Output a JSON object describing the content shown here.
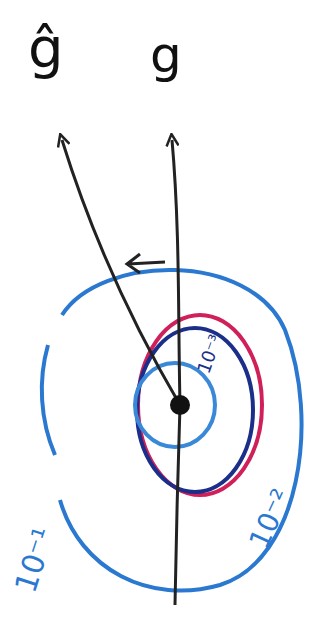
{
  "diagram": {
    "labels": [
      "ĝ",
      "g",
      "10⁻¹",
      "10⁻²",
      "10⁻³"
    ]
  }
}
